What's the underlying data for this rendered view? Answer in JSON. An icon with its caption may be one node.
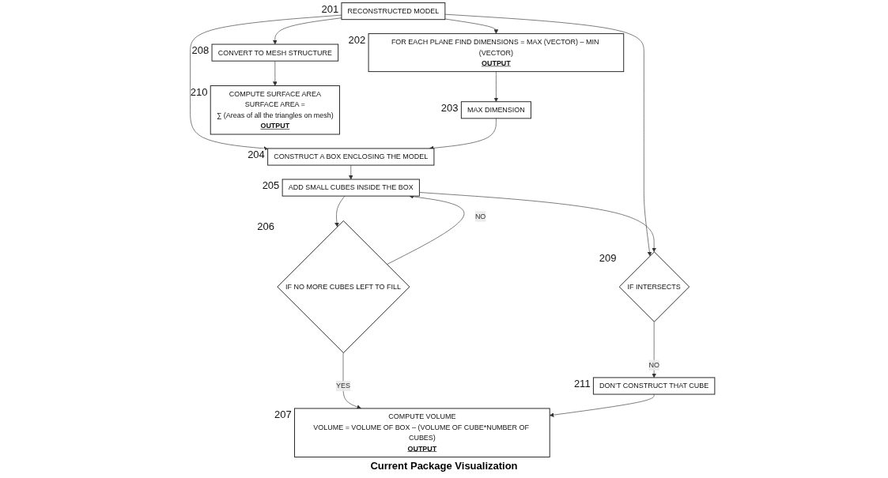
{
  "diagram": {
    "caption": "Current Package Visualization",
    "nodes": [
      {
        "text": [
          "RECONSTRUCTED MODEL"
        ],
        "beside": [
          "201"
        ]
      },
      {
        "text": [
          "FOR EACH PLANE FIND DIMENSIONS = MAX (VECTOR) – MIN (VECTOR)",
          "OUTPUT"
        ],
        "beside": [
          "202"
        ]
      },
      {
        "text": [
          "MAX DIMENSION"
        ],
        "beside": [
          "203"
        ]
      },
      {
        "text": [
          "CONSTRUCT A BOX ENCLOSING THE MODEL"
        ],
        "beside": [
          "204"
        ]
      },
      {
        "text": [
          "ADD SMALL CUBES INSIDE THE BOX"
        ],
        "beside": [
          "205"
        ]
      },
      {
        "text": [
          "IF NO MORE CUBES LEFT TO FILL"
        ],
        "beside": [
          "206"
        ]
      },
      {
        "text": [
          "CONVERT TO MESH STRUCTURE"
        ],
        "beside": [
          "208"
        ]
      },
      {
        "text": [
          "IF INTERSECTS"
        ],
        "beside": [
          "209"
        ]
      },
      {
        "text": [
          "COMPUTE SURFACE AREA",
          "SURFACE AREA =",
          "∑ (Areas of all the triangles on mesh)",
          "OUTPUT"
        ],
        "beside": [
          "210"
        ]
      },
      {
        "text": [
          "DON’T CONSTRUCT THAT CUBE"
        ],
        "beside": [
          "211"
        ]
      },
      {
        "text": [
          "COMPUTE VOLUME",
          "VOLUME = VOLUME OF BOX – (VOLUME OF CUBE*NUMBER OF CUBES)",
          "OUTPUT"
        ],
        "beside": [
          "207"
        ]
      }
    ],
    "edges": [
      {
        "from": 0,
        "to": 1,
        "arrow": "to"
      },
      {
        "from": 0,
        "to": 3,
        "arrow": "to"
      },
      {
        "from": 0,
        "to": 7,
        "arrow": "to"
      },
      {
        "from": 0,
        "to": 6,
        "arrow": "to"
      },
      {
        "from": 1,
        "to": 2,
        "arrow": "to"
      },
      {
        "from": 2,
        "to": 3,
        "arrow": "to"
      },
      {
        "from": 3,
        "to": 4,
        "arrow": "to"
      },
      {
        "from": 4,
        "to": 7,
        "arrow": "to"
      },
      {
        "from": 4,
        "to": 5,
        "arrow": "to"
      },
      {
        "from": 5,
        "to": 4,
        "label": "NO",
        "arrow": "to"
      },
      {
        "from": 6,
        "to": 8,
        "arrow": "to"
      },
      {
        "from": 7,
        "to": 9,
        "label": "NO",
        "arrow": "to"
      },
      {
        "from": 5,
        "to": 10,
        "label": "YES",
        "arrow": "to"
      },
      {
        "from": 9,
        "to": 10,
        "arrow": "to"
      }
    ]
  }
}
